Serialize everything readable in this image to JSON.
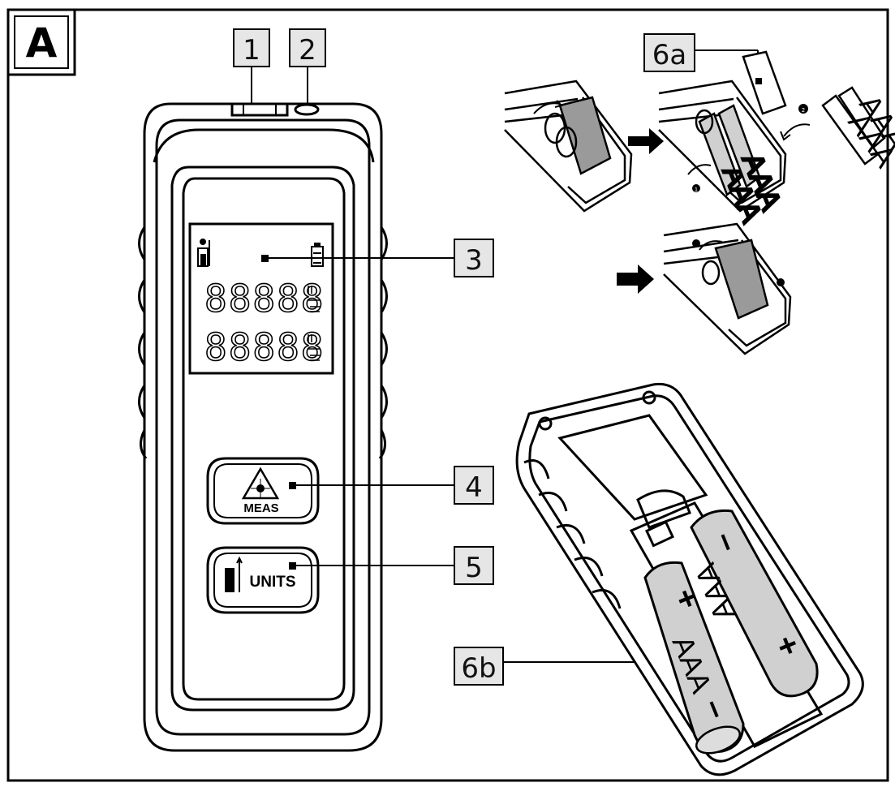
{
  "figure": {
    "label": "A"
  },
  "callouts": [
    {
      "id": "1",
      "label": "1"
    },
    {
      "id": "2",
      "label": "2"
    },
    {
      "id": "3",
      "label": "3"
    },
    {
      "id": "4",
      "label": "4"
    },
    {
      "id": "5",
      "label": "5"
    },
    {
      "id": "6a",
      "label": "6a"
    },
    {
      "id": "6b",
      "label": "6b"
    }
  ],
  "device": {
    "meas_button_label": "MEAS",
    "units_button_label": "UNITS",
    "display_digits_row1": "88888",
    "display_digits_row2": "88888"
  },
  "batteries": {
    "battery_label": "AAA",
    "plus_sign": "+",
    "minus_sign": "–"
  },
  "steps": {
    "step1": "1",
    "step2": "2"
  },
  "colors": {
    "line": "#000000",
    "label_box_fill": "#e6e6e6",
    "battery_fill": "#d0d0d0",
    "panel_gray": "#bdbdbd"
  }
}
